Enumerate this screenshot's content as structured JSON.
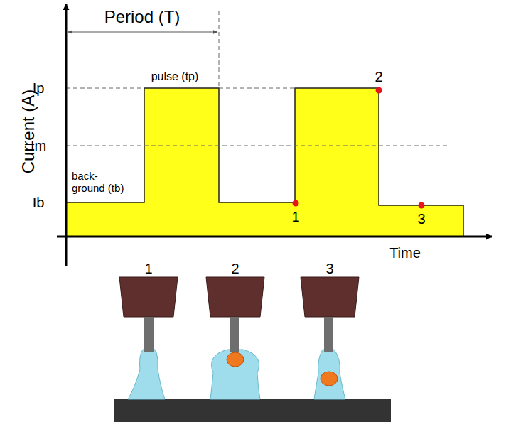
{
  "diagram": {
    "labels": [
      "Period (T)",
      "pulse (tp)",
      "back- ground (tb)",
      "Current (A)",
      "Ip",
      "Im",
      "Ib",
      "1",
      "2",
      "3",
      "Time",
      "1",
      "2",
      "3"
    ]
  }
}
